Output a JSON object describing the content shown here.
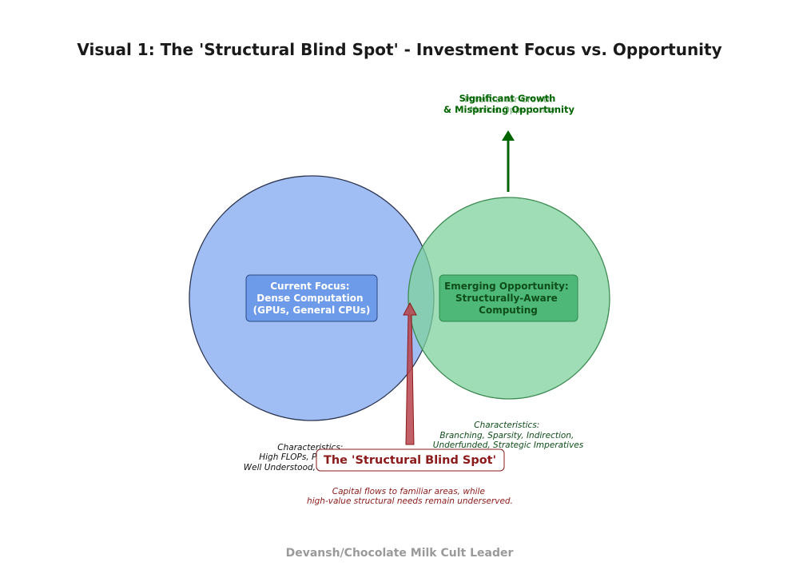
{
  "title": "Visual 1: The 'Structural Blind Spot' - Investment Focus vs. Opportunity",
  "left_circle": {
    "label_lines": [
      "Current Focus:",
      "Dense Computation",
      "(GPUs, General CPUs)"
    ],
    "characteristics_lines": [
      "Characteristics:",
      "High FLOPs, Predictable,",
      "Well Understood, Mature Market"
    ],
    "fill": "#a0bef3",
    "stroke": "#2b3550",
    "box_fill": "#6e9be9",
    "box_stroke": "#2a4a8a"
  },
  "right_circle": {
    "label_lines": [
      "Emerging Opportunity:",
      "Structurally-Aware",
      "Computing"
    ],
    "characteristics_lines": [
      "Characteristics:",
      "Branching, Sparsity, Indirection,",
      "Underfunded, Strategic Imperatives"
    ],
    "fill": "#7fd19e",
    "stroke": "#3d8a52",
    "box_fill": "#4db877",
    "box_stroke": "#2e8a4e",
    "text_color": "#0f4d1a"
  },
  "growth": {
    "label_lines": [
      "Significant Growth",
      "& Mispricing Opportunity"
    ],
    "ghost_lines": [
      "Potential for Growth",
      "- Market Opportunity"
    ],
    "color": "#006400"
  },
  "blind_spot": {
    "label": "The 'Structural Blind Spot'",
    "caption_lines": [
      "Capital flows to familiar areas, while",
      "high-value structural needs remain underserved."
    ],
    "arrow_color": "#b8444c",
    "text_color": "#8b1a1a"
  },
  "footer": "Devansh/Chocolate Milk Cult Leader"
}
